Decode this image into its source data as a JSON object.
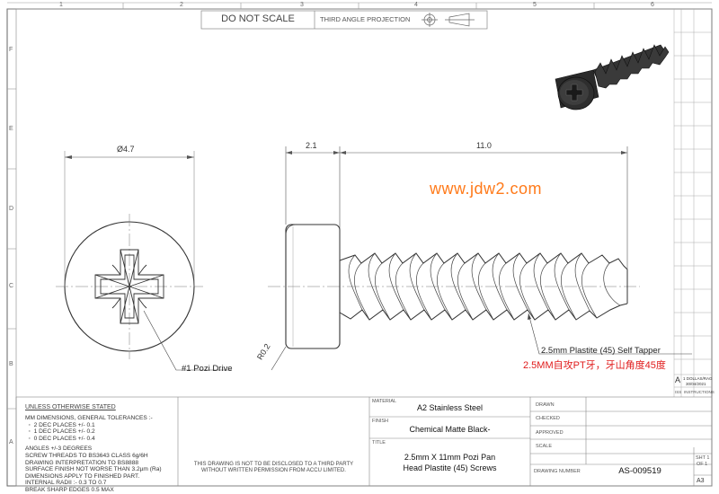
{
  "zones": {
    "columns": [
      "1",
      "2",
      "3",
      "4",
      "5",
      "6"
    ],
    "rows": [
      "F",
      "E",
      "D",
      "C",
      "B",
      "A"
    ]
  },
  "header": {
    "do_not_scale": "DO NOT SCALE",
    "projection": "THIRD ANGLE PROJECTION"
  },
  "dimensions": {
    "head_diameter": "Ø4.7",
    "head_length": "2.1",
    "shank_length": "11.0",
    "radius": "R0.2"
  },
  "callouts": {
    "pozi_drive": "#1 Pozi Drive",
    "thread_spec": "2.5mm Plastite (45) Self Tapper",
    "thread_spec_cn": "2.5MM自攻PT牙，牙山角度45度"
  },
  "watermark": "www.jdw2.com",
  "revision": {
    "letter": "A",
    "initials": "1 DOLLAS/RAG",
    "date": "30/04/2021",
    "iss": "ISS",
    "instructions": "INSTRUCTIONS"
  },
  "notes": {
    "heading": "UNLESS OTHERWISE STATED",
    "lines": [
      "MM DIMENSIONS, GENERAL TOLERANCES :-",
      "  ◦  2 DEC PLACES +/- 0.1",
      "  ◦  1 DEC PLACES +/- 0.2",
      "  ◦  0 DEC PLACES +/- 0.4",
      "",
      "ANGLES +/-3 DEGREES",
      "SCREW THREADS TO BS3643 CLASS 6g/6H",
      "DRAWING INTERPRETATION TO BS8888",
      "SURFACE FINISH NOT WORSE THAN 3.2µm (Ra)",
      "DIMENSIONS APPLY TO FINISHED PART.",
      "INTERNAL RADII :- 0.3 TO 0.7",
      "BREAK SHARP EDGES 0.5 MAX"
    ]
  },
  "disclaimer": {
    "line1": "THIS DRAWING IS NOT TO BE DISCLOSED TO A THIRD PARTY",
    "line2": "WITHOUT WRITTEN PERMISSION FROM ACCU LIMITED."
  },
  "title_block": {
    "material_label": "MATERIAL",
    "material": "A2 Stainless Steel",
    "finish_label": "FINISH",
    "finish": "Chemical Matte Black-",
    "title_label": "TITLE",
    "title_line1": "2.5mm X 11mm Pozi Pan",
    "title_line2": "Head Plastite (45) Screws",
    "drawn_label": "DRAWN",
    "checked_label": "CHECKED",
    "approved_label": "APPROVED",
    "scale_label": "SCALE",
    "drawing_number_label": "DRAWING NUMBER",
    "drawing_number": "AS-009519",
    "sheet_line1": "SHT 1",
    "sheet_line2": "OF 1",
    "size": "A3"
  }
}
